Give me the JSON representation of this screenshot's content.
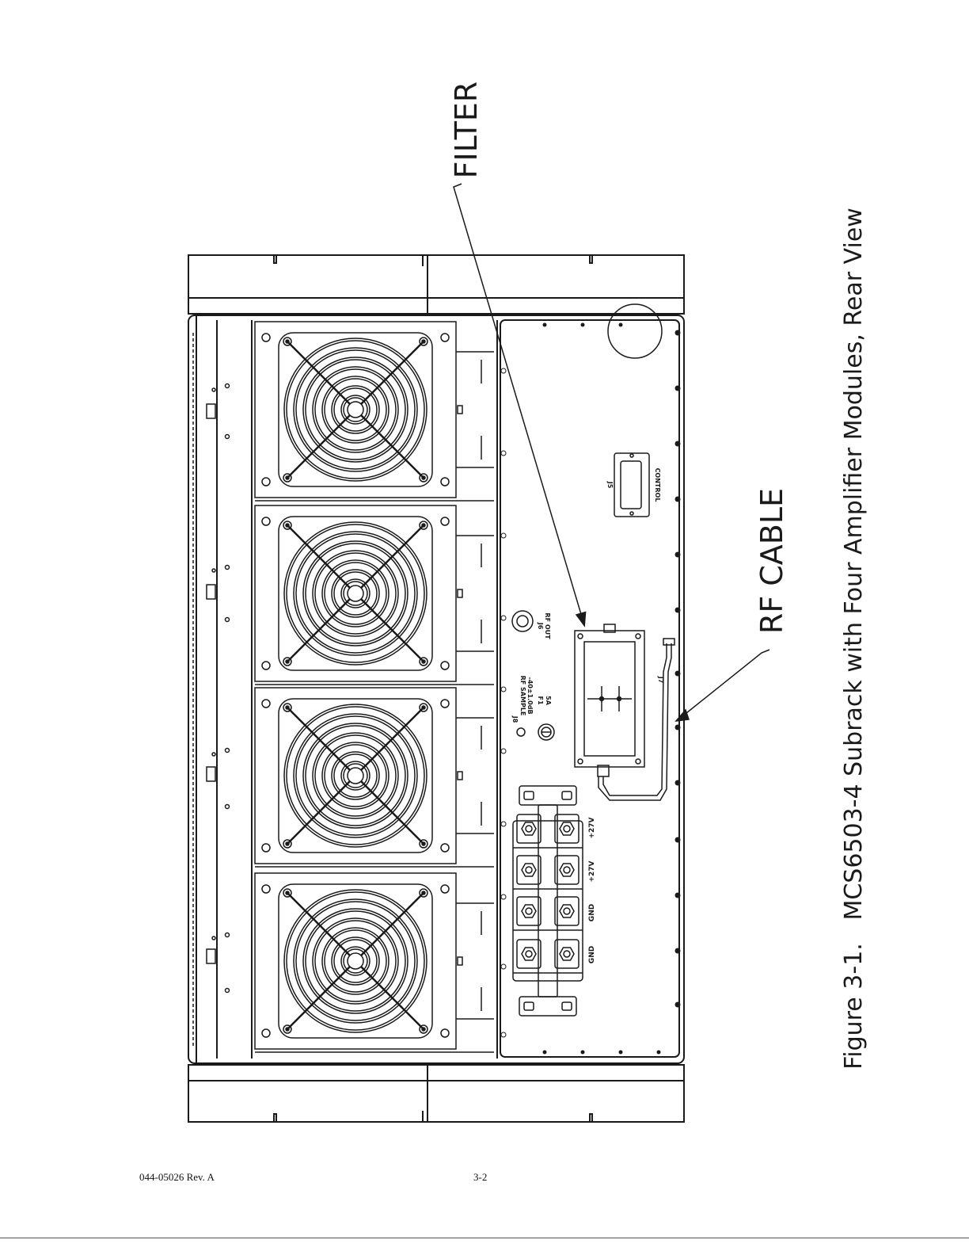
{
  "figure": {
    "caption": "Figure 3-1.   MCS6503-4 Subrack with Four Amplifier Modules, Rear View"
  },
  "callouts": {
    "filter": "FILTER",
    "rf_cable": "RF CABLE"
  },
  "panel_labels": {
    "j5": "J5",
    "control": "CONTROL",
    "j6": "J6",
    "rf_out": "RF OUT",
    "j8": "J8",
    "rf_sample": "RF SAMPLE",
    "rf_sample_level": "-40±1.0dB",
    "f1": "F1",
    "f1_rating": "5A",
    "j7": "J7",
    "terminals": [
      "+27V",
      "+27V",
      "GND",
      "GND"
    ]
  },
  "footer": {
    "doc_number": "044-05026 Rev. A",
    "page": "3-2"
  },
  "colors": {
    "line": "#1a1a1a",
    "background": "#ffffff"
  }
}
